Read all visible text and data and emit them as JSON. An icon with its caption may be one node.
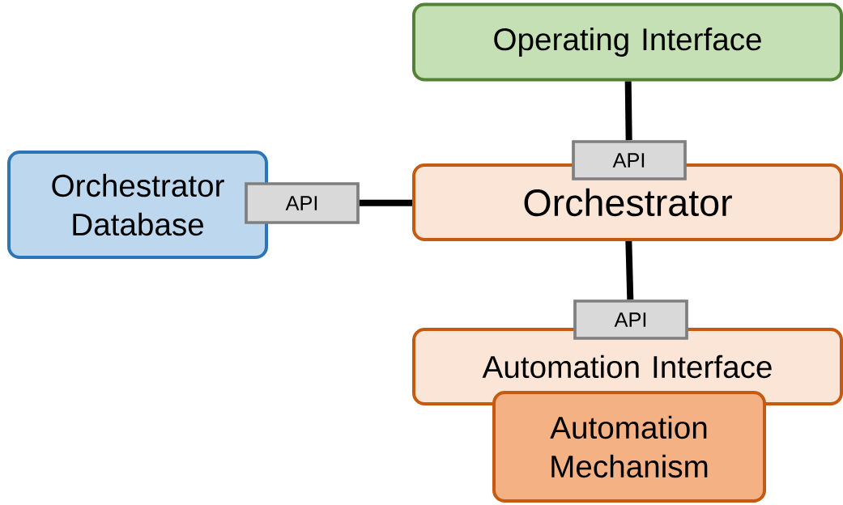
{
  "diagram": {
    "nodes": [
      {
        "text": [
          "Operating Interface"
        ]
      },
      {
        "text": [
          "API"
        ]
      },
      {
        "text": [
          "Orchestrator"
        ]
      },
      {
        "text": [
          "Orchestrator Database"
        ]
      },
      {
        "text": [
          "API"
        ]
      },
      {
        "text": [
          "API"
        ]
      },
      {
        "text": [
          "Automation Interface"
        ]
      },
      {
        "text": [
          "Automation Mechanism"
        ]
      }
    ],
    "edges": [
      {
        "from": 0,
        "to": 1,
        "arrow": "none"
      },
      {
        "from": 4,
        "to": 2,
        "arrow": "none"
      },
      {
        "from": 2,
        "to": 5,
        "arrow": "none"
      }
    ]
  }
}
